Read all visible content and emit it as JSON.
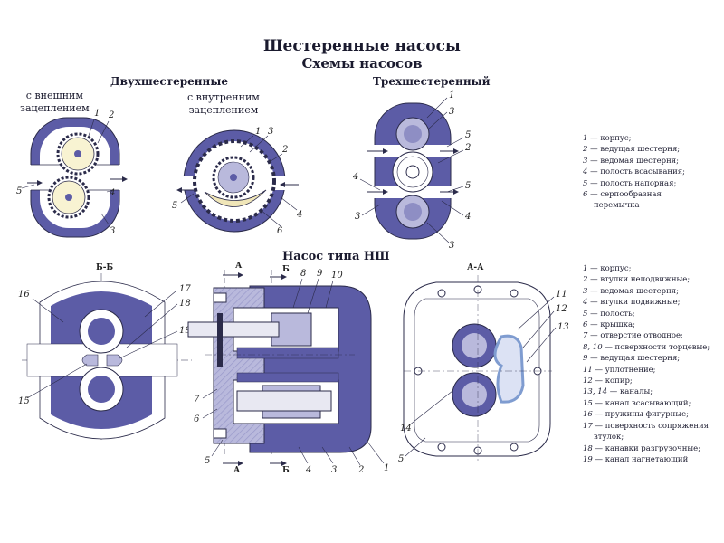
{
  "title": "Шестеренные насосы",
  "subtitle": "Схемы насосов",
  "sections": {
    "two_gear": "Двухшестеренные",
    "three_gear": "Трехшестеренный",
    "nsh": "Насос типа НШ"
  },
  "captions": {
    "external": [
      "с внешним",
      "зацеплением"
    ],
    "internal": [
      "с внутренним",
      "зацеплением"
    ]
  },
  "section_marks": {
    "bb": "Б-Б",
    "aa": "А-А",
    "a": "А",
    "b": "Б"
  },
  "callouts": {
    "ext": [
      "1",
      "2",
      "4",
      "5",
      "3"
    ],
    "int": [
      "1",
      "3",
      "2",
      "5",
      "4",
      "6"
    ],
    "tri": [
      "1",
      "3",
      "5",
      "2",
      "4",
      "5",
      "3",
      "4",
      "3"
    ],
    "bb": [
      "16",
      "17",
      "18",
      "19",
      "15"
    ],
    "center": [
      "8",
      "9",
      "10",
      "7",
      "6",
      "5",
      "4",
      "3",
      "2",
      "1"
    ],
    "aa": [
      "11",
      "12",
      "13",
      "14",
      "5"
    ]
  },
  "legend_top": [
    {
      "n": "1",
      "t": " — корпус;"
    },
    {
      "n": "2",
      "t": " — ведущая шестерня;"
    },
    {
      "n": "3",
      "t": " — ведомая шестерня;"
    },
    {
      "n": "4",
      "t": " — полость всасывания;"
    },
    {
      "n": "5",
      "t": " — полость напорная;"
    },
    {
      "n": "6",
      "t": " — серпообразная"
    },
    {
      "n": "",
      "t": "перемычка"
    }
  ],
  "legend_bottom": [
    {
      "n": "1",
      "t": " — корпус;"
    },
    {
      "n": "2",
      "t": " — втулки неподвижные;"
    },
    {
      "n": "3",
      "t": " — ведомая шестерня;"
    },
    {
      "n": "4",
      "t": " — втулки подвижные;"
    },
    {
      "n": "5",
      "t": " — полость;"
    },
    {
      "n": "6",
      "t": " — крышка;"
    },
    {
      "n": "7",
      "t": " — отверстие отводное;"
    },
    {
      "n": "8, 10",
      "t": " — поверхности торцевые;"
    },
    {
      "n": "9",
      "t": " — ведущая шестерня;"
    },
    {
      "n": "11",
      "t": " — уплотнение;"
    },
    {
      "n": "12",
      "t": " — копир;"
    },
    {
      "n": "13, 14",
      "t": " — каналы;"
    },
    {
      "n": "15",
      "t": " — канал всасывающий;"
    },
    {
      "n": "16",
      "t": " — пружины фигурные;"
    },
    {
      "n": "17",
      "t": " — поверхность сопряжения"
    },
    {
      "n": "",
      "t": "втулок;"
    },
    {
      "n": "18",
      "t": " — канавки разгрузочные;"
    },
    {
      "n": "19",
      "t": " — канал нагнетающий"
    }
  ],
  "colors": {
    "body": "#5c5ca6",
    "light": "#b9b9dc",
    "crescent": "#f0e6b8",
    "line": "#2b2b4a"
  }
}
